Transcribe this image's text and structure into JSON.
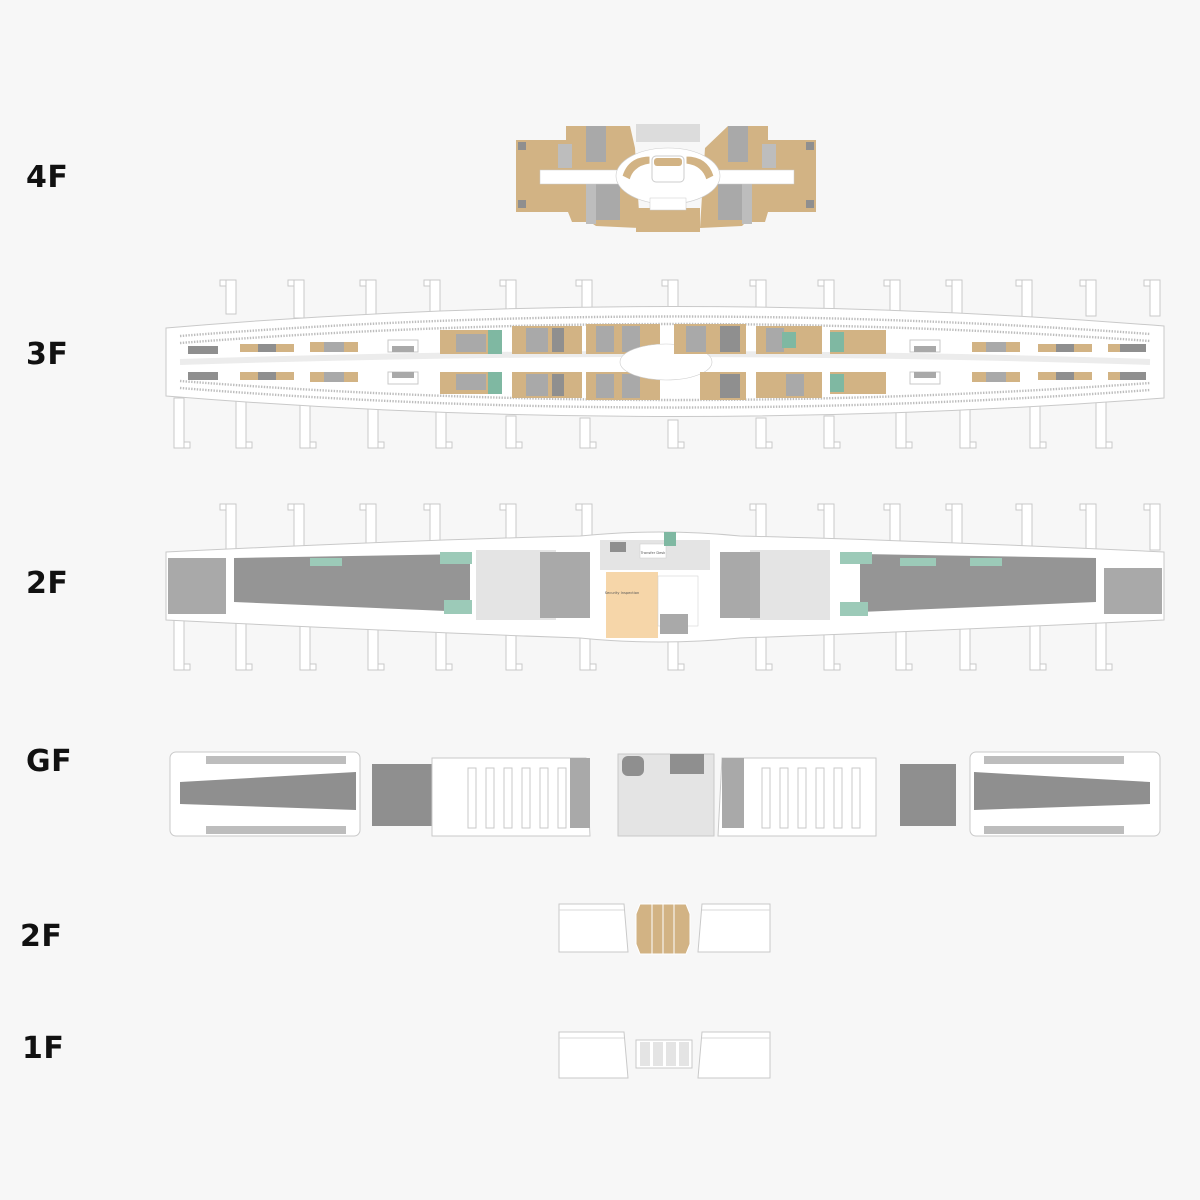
{
  "floors": [
    {
      "id": "f4",
      "label": "4F"
    },
    {
      "id": "f3",
      "label": "3F"
    },
    {
      "id": "f2",
      "label": "2F"
    },
    {
      "id": "gf",
      "label": "GF"
    },
    {
      "id": "f2b",
      "label": "2F"
    },
    {
      "id": "f1",
      "label": "1F"
    }
  ],
  "map_text": {
    "transfer_desk": "Transfer Desk",
    "security": "Security Inspection"
  },
  "colors": {
    "background": "#f7f7f7",
    "floor_fill": "#ffffff",
    "outline": "#c9c9c9",
    "shop_tan": "#d2b384",
    "dark_gray": "#8f8f8f",
    "mid_gray": "#a9a9a9",
    "light_gray": "#e4e4e4",
    "teal": "#9ccab8",
    "security_orange": "#f6d6a9"
  }
}
